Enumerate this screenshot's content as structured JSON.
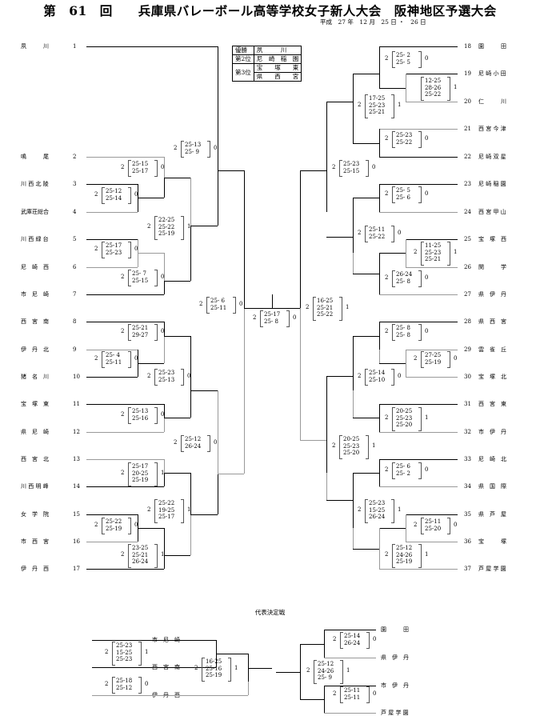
{
  "title": "第　61　回　　兵庫県バレーボール高等学校女子新人大会　阪神地区予選大会",
  "date": "平成　27 年　12 月　25 日 ・　26 日",
  "results": {
    "champion_label": "優勝",
    "champion": "夙　　　川",
    "second_label": "第2位",
    "second": "尼　崎　稲　園",
    "third_label": "第3位",
    "third1": "宝　　塚　　東",
    "third2": "県　　西　　宮"
  },
  "left_teams": [
    {
      "n": "1",
      "name": "夙　　　川"
    },
    {
      "n": "2",
      "name": "鳴　　　尾"
    },
    {
      "n": "3",
      "name": "川 西 北 陵"
    },
    {
      "n": "4",
      "name": "武庫荘総合"
    },
    {
      "n": "5",
      "name": "川 西 緑 台"
    },
    {
      "n": "6",
      "name": "尼　崎　西"
    },
    {
      "n": "7",
      "name": "市　尼　崎"
    },
    {
      "n": "8",
      "name": "西　宮　南"
    },
    {
      "n": "9",
      "name": "伊　丹　北"
    },
    {
      "n": "10",
      "name": "猪　名　川"
    },
    {
      "n": "11",
      "name": "宝　塚　東"
    },
    {
      "n": "12",
      "name": "県　尼　崎"
    },
    {
      "n": "13",
      "name": "西　宮　北"
    },
    {
      "n": "14",
      "name": "川 西 明 峰"
    },
    {
      "n": "15",
      "name": "女　学　院"
    },
    {
      "n": "16",
      "name": "市　西　宮"
    },
    {
      "n": "17",
      "name": "伊　丹　西"
    }
  ],
  "right_teams": [
    {
      "n": "18",
      "name": "園　　　田"
    },
    {
      "n": "19",
      "name": "尼 崎 小 田"
    },
    {
      "n": "20",
      "name": "仁　　　川"
    },
    {
      "n": "21",
      "name": "西 宮 今 津"
    },
    {
      "n": "22",
      "name": "尼 崎 双 星"
    },
    {
      "n": "23",
      "name": "尼 崎 稲 園"
    },
    {
      "n": "24",
      "name": "西 宮 甲 山"
    },
    {
      "n": "25",
      "name": "宝　塚　西"
    },
    {
      "n": "26",
      "name": "関　　　学"
    },
    {
      "n": "27",
      "name": "県　伊　丹"
    },
    {
      "n": "28",
      "name": "県　西　宮"
    },
    {
      "n": "29",
      "name": "雲　雀　丘"
    },
    {
      "n": "30",
      "name": "宝　塚　北"
    },
    {
      "n": "31",
      "name": "西　宮　東"
    },
    {
      "n": "32",
      "name": "市　伊　丹"
    },
    {
      "n": "33",
      "name": "尼　崎　北"
    },
    {
      "n": "34",
      "name": "県　国　際"
    },
    {
      "n": "35",
      "name": "県　芦　屋"
    },
    {
      "n": "36",
      "name": "宝　　　塚"
    },
    {
      "n": "37",
      "name": "芦 屋 学 園"
    }
  ],
  "matches": [
    {
      "id": "m1",
      "w": "2",
      "s": [
        "25-13",
        "25- 9"
      ],
      "l": "0"
    },
    {
      "id": "m2",
      "w": "2",
      "s": [
        "25-15",
        "25-17"
      ],
      "l": "0"
    },
    {
      "id": "m3",
      "w": "2",
      "s": [
        "25-12",
        "25-14"
      ],
      "l": "0"
    },
    {
      "id": "m4",
      "w": "2",
      "s": [
        "22-25",
        "25-22",
        "25-19"
      ],
      "l": "1"
    },
    {
      "id": "m5",
      "w": "2",
      "s": [
        "25-17",
        "25-23"
      ],
      "l": "0"
    },
    {
      "id": "m6",
      "w": "2",
      "s": [
        "25- 7",
        "25-15"
      ],
      "l": "0"
    },
    {
      "id": "m7",
      "w": "2",
      "s": [
        "25- 6",
        "25-11"
      ],
      "l": "0"
    },
    {
      "id": "m8",
      "w": "2",
      "s": [
        "25-21",
        "29-27"
      ],
      "l": "0"
    },
    {
      "id": "m9",
      "w": "2",
      "s": [
        "25- 4",
        "25-11"
      ],
      "l": "0"
    },
    {
      "id": "m10",
      "w": "2",
      "s": [
        "25-23",
        "25-13"
      ],
      "l": "0"
    },
    {
      "id": "m11",
      "w": "2",
      "s": [
        "25-13",
        "25-16"
      ],
      "l": "0"
    },
    {
      "id": "m12",
      "w": "2",
      "s": [
        "25-12",
        "26-24"
      ],
      "l": "0"
    },
    {
      "id": "m13",
      "w": "2",
      "s": [
        "25-17",
        "20-25",
        "25-19"
      ],
      "l": "1"
    },
    {
      "id": "m14",
      "w": "2",
      "s": [
        "25-22",
        "19-25",
        "25-17"
      ],
      "l": "1"
    },
    {
      "id": "m15",
      "w": "2",
      "s": [
        "25-22",
        "25-19"
      ],
      "l": "0"
    },
    {
      "id": "m16",
      "w": "2",
      "s": [
        "23-25",
        "25-21",
        "26-24"
      ],
      "l": "1"
    },
    {
      "id": "final",
      "w": "2",
      "s": [
        "25-17",
        "25- 8"
      ],
      "l": "0"
    },
    {
      "id": "m17",
      "w": "2",
      "s": [
        "16-25",
        "25-21",
        "25-22"
      ],
      "l": "1"
    },
    {
      "id": "r1",
      "w": "2",
      "s": [
        "25- 2",
        "25- 5"
      ],
      "l": "0"
    },
    {
      "id": "r2",
      "w": "",
      "s": [
        "12-25",
        "28-26",
        "25-22"
      ],
      "l": "1"
    },
    {
      "id": "r3",
      "w": "2",
      "s": [
        "17-25",
        "25-23",
        "25-21"
      ],
      "l": "1"
    },
    {
      "id": "r4",
      "w": "2",
      "s": [
        "25-23",
        "25-22"
      ],
      "l": "0"
    },
    {
      "id": "r5",
      "w": "2",
      "s": [
        "25-23",
        "25-15"
      ],
      "l": "0"
    },
    {
      "id": "r6",
      "w": "2",
      "s": [
        "25- 5",
        "25- 6"
      ],
      "l": "0"
    },
    {
      "id": "r7",
      "w": "2",
      "s": [
        "25-11",
        "25-22"
      ],
      "l": "0"
    },
    {
      "id": "r8",
      "w": "2",
      "s": [
        "11-25",
        "25-23",
        "25-21"
      ],
      "l": "1"
    },
    {
      "id": "r9",
      "w": "2",
      "s": [
        "26-24",
        "25- 8"
      ],
      "l": "0"
    },
    {
      "id": "r10",
      "w": "2",
      "s": [
        "25- 8",
        "25- 8"
      ],
      "l": "0"
    },
    {
      "id": "r11",
      "w": "2",
      "s": [
        "27-25",
        "25-19"
      ],
      "l": "0"
    },
    {
      "id": "r12",
      "w": "2",
      "s": [
        "25-14",
        "25-10"
      ],
      "l": "0"
    },
    {
      "id": "r13",
      "w": "2",
      "s": [
        "20-25",
        "25-23",
        "25-20"
      ],
      "l": "1"
    },
    {
      "id": "r14",
      "w": "2",
      "s": [
        "20-25",
        "25-23",
        "25-20"
      ],
      "l": "1"
    },
    {
      "id": "r15",
      "w": "2",
      "s": [
        "25- 6",
        "25- 2"
      ],
      "l": "0"
    },
    {
      "id": "r16",
      "w": "2",
      "s": [
        "25-23",
        "15-25",
        "26-24"
      ],
      "l": "1"
    },
    {
      "id": "r17",
      "w": "2",
      "s": [
        "25-11",
        "25-20"
      ],
      "l": "0"
    },
    {
      "id": "r18",
      "w": "2",
      "s": [
        "25-12",
        "24-26",
        "25-19"
      ],
      "l": "1"
    }
  ],
  "rep": {
    "title": "代表決定戦",
    "left_teams": [
      "市　尼　崎",
      "西　宮　南",
      "伊　丹　西"
    ],
    "right_teams": [
      "園　　　田",
      "県　伊　丹",
      "市　伊　丹",
      "芦 屋 学 園"
    ],
    "matches": [
      {
        "id": "p1",
        "w": "2",
        "s": [
          "25-23",
          "15-25",
          "25-23"
        ],
        "l": "1"
      },
      {
        "id": "p2",
        "w": "2",
        "s": [
          "25-18",
          "25-12"
        ],
        "l": "0"
      },
      {
        "id": "p3",
        "w": "2",
        "s": [
          "16-25",
          "25-16",
          "25-19"
        ],
        "l": "1"
      },
      {
        "id": "p4",
        "w": "2",
        "s": [
          "25-14",
          "26-24"
        ],
        "l": "0"
      },
      {
        "id": "p5",
        "w": "2",
        "s": [
          "25-12",
          "24-26",
          "25- 9"
        ],
        "l": "1"
      },
      {
        "id": "p6",
        "w": "2",
        "s": [
          "25-11",
          "25-11"
        ],
        "l": "0"
      }
    ]
  }
}
